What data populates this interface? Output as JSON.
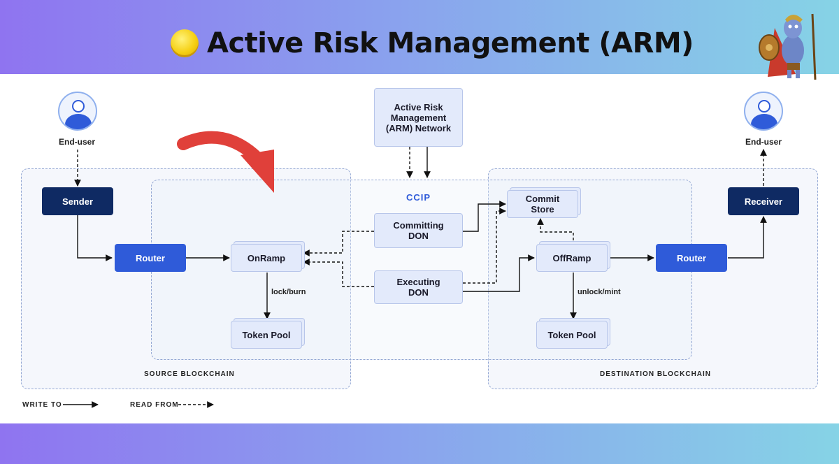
{
  "title": "Active Risk Management (ARM)",
  "icons": {
    "title_coin": "yellow-circle-icon",
    "mascot": "warrior-mascot-icon",
    "user": "user-avatar-icon"
  },
  "nodes": {
    "arm_network": "Active Risk Management (ARM) Network",
    "end_user_left": "End-user",
    "end_user_right": "End-user",
    "sender": "Sender",
    "router_src": "Router",
    "onramp": "OnRamp",
    "token_pool_src": "Token Pool",
    "committing_don": "Committing DON",
    "executing_don": "Executing DON",
    "commit_store": "Commit Store",
    "offramp": "OffRamp",
    "router_dst": "Router",
    "receiver": "Receiver",
    "token_pool_dst": "Token Pool"
  },
  "edge_labels": {
    "lock_burn": "lock/burn",
    "unlock_mint": "unlock/mint"
  },
  "zones": {
    "ccip": "CCIP",
    "source": "SOURCE BLOCKCHAIN",
    "destination": "DESTINATION BLOCKCHAIN"
  },
  "legend": {
    "write_to": "WRITE TO",
    "read_from": "READ FROM"
  },
  "colors": {
    "dark_navy": "#0f2a63",
    "blue": "#2f5bd9",
    "light_box": "#e3eafb",
    "ccip_text": "#2f5bd9"
  }
}
